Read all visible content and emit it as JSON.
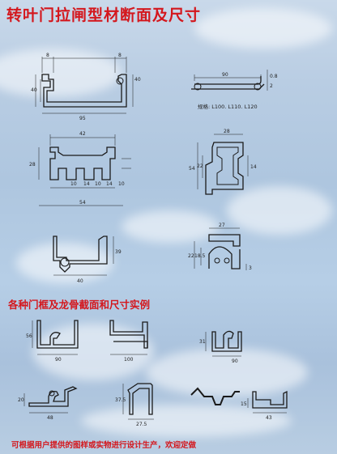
{
  "titles": {
    "main": "转叶门拉闸型材断面及尺寸",
    "section": "各种门框及龙骨截面和尺寸实例",
    "footer": "可根据用户提供的图样或实物进行设计生产，欢迎定做"
  },
  "profiles_top": {
    "p1": {
      "d1": "8",
      "d2": "8",
      "d3": "40",
      "d4": "40",
      "width": "95"
    },
    "p2": {
      "width": "90",
      "thick": "0.8",
      "side": "2",
      "spec": "规格: L100. L110. L120"
    },
    "p3": {
      "top": "42",
      "height": "28",
      "s1": "10",
      "s2": "14",
      "s3": "10",
      "s4": "14",
      "s5": "10",
      "width": "54"
    },
    "p4": {
      "top": "28",
      "height": "54",
      "inner": "22",
      "side": "14"
    },
    "p5": {
      "height": "39",
      "width": "40"
    },
    "p6": {
      "top": "27",
      "h1": "22",
      "h2": "18.5",
      "bottom": "3"
    }
  },
  "profiles_bottom": {
    "f1": {
      "h": "56",
      "w": "90"
    },
    "f2": {
      "w": "100"
    },
    "f3": {
      "h": "31",
      "w": "90"
    },
    "f4": {
      "h": "20",
      "w": "48"
    },
    "f5": {
      "h": "37.5",
      "w": "27.5"
    },
    "f7": {
      "h": "15",
      "w": "43"
    }
  },
  "colors": {
    "title": "#d4171d",
    "line": "#1a1a1a"
  }
}
